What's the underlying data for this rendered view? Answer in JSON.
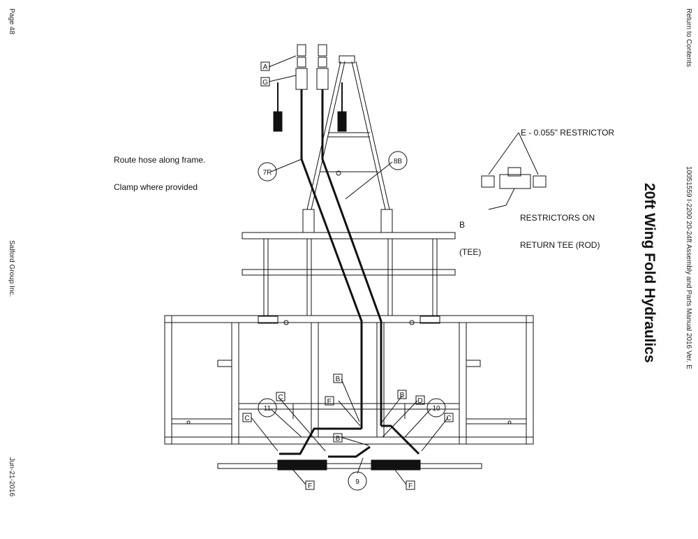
{
  "page": {
    "page_number": "Page 48",
    "company": "Salford Group Inc.",
    "date": "Jun-21-2016",
    "return_link": "Return to Contents",
    "manual_id": "10051559 I-2200 20-24ft Assembly and Parts Manual 2016 Ver. E",
    "title": "20ft Wing Fold Hydraulics"
  },
  "notes": {
    "route_line1": "Route hose along frame.",
    "route_line2": "Clamp where provided",
    "restrictor": "E - 0.055\" RESTRICTOR",
    "restrictors_on_line1": "RESTRICTORS ON",
    "restrictors_on_line2": "RETURN TEE (ROD)",
    "tee_line1": "B",
    "tee_line2": "(TEE)"
  },
  "callouts": {
    "box_A": "A",
    "box_G": "G",
    "box_B_upper": "B",
    "box_B_right": "B",
    "box_B_lower": "B",
    "box_E": "E",
    "box_C_left_upper": "C",
    "box_C_left": "C",
    "box_C_right": "C",
    "box_D": "D",
    "box_F_left": "F",
    "box_F_right": "F",
    "circle_7R": "7R",
    "circle_8B": "8B",
    "circle_11": "11",
    "circle_10": "10",
    "circle_9": "9"
  },
  "colors": {
    "line": "#111111",
    "background": "#ffffff"
  }
}
